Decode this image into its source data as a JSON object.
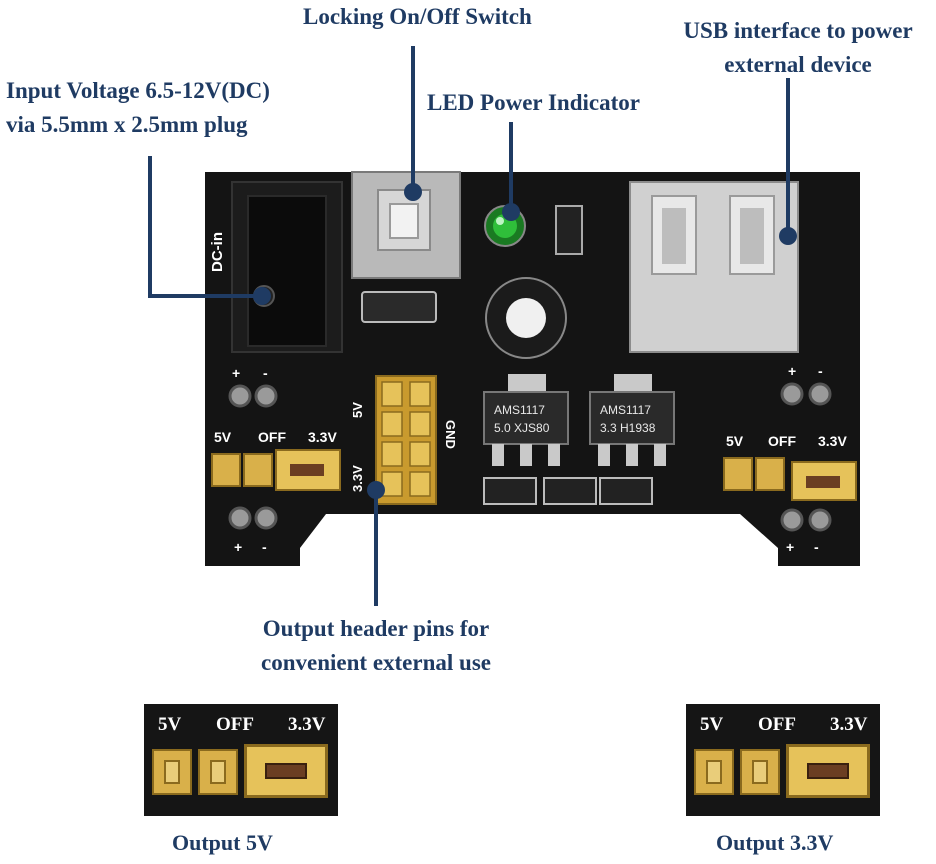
{
  "callouts": {
    "input_voltage": [
      "Input Voltage 6.5-12V(DC)",
      "via 5.5mm x 2.5mm plug"
    ],
    "switch": "Locking On/Off Switch",
    "led": "LED Power Indicator",
    "usb": [
      "USB interface to power",
      "external device"
    ],
    "header": [
      "Output header pins for",
      "convenient external use"
    ]
  },
  "board": {
    "dc_in": "DC-in",
    "reg1": [
      "AMS1117",
      "5.0 XJS80"
    ],
    "reg2": [
      "AMS1117",
      "3.3 H1938"
    ],
    "left_jumper_labels": [
      "5V",
      "OFF",
      "3.3V"
    ],
    "right_jumper_labels": [
      "5V",
      "OFF",
      "3.3V"
    ],
    "rail_signs": [
      "+",
      "-"
    ],
    "header_labels": [
      "5V",
      "3.3V",
      "GND"
    ]
  },
  "insets": [
    {
      "labels": [
        "5V",
        "OFF",
        "3.3V"
      ],
      "caption": "Output 5V"
    },
    {
      "labels": [
        "5V",
        "OFF",
        "3.3V"
      ],
      "caption": "Output 3.3V"
    }
  ],
  "colors": {
    "label": "#1f3b63",
    "pcb": "#141414",
    "pin": "#d9b04a",
    "led": "#2fbf3a"
  }
}
